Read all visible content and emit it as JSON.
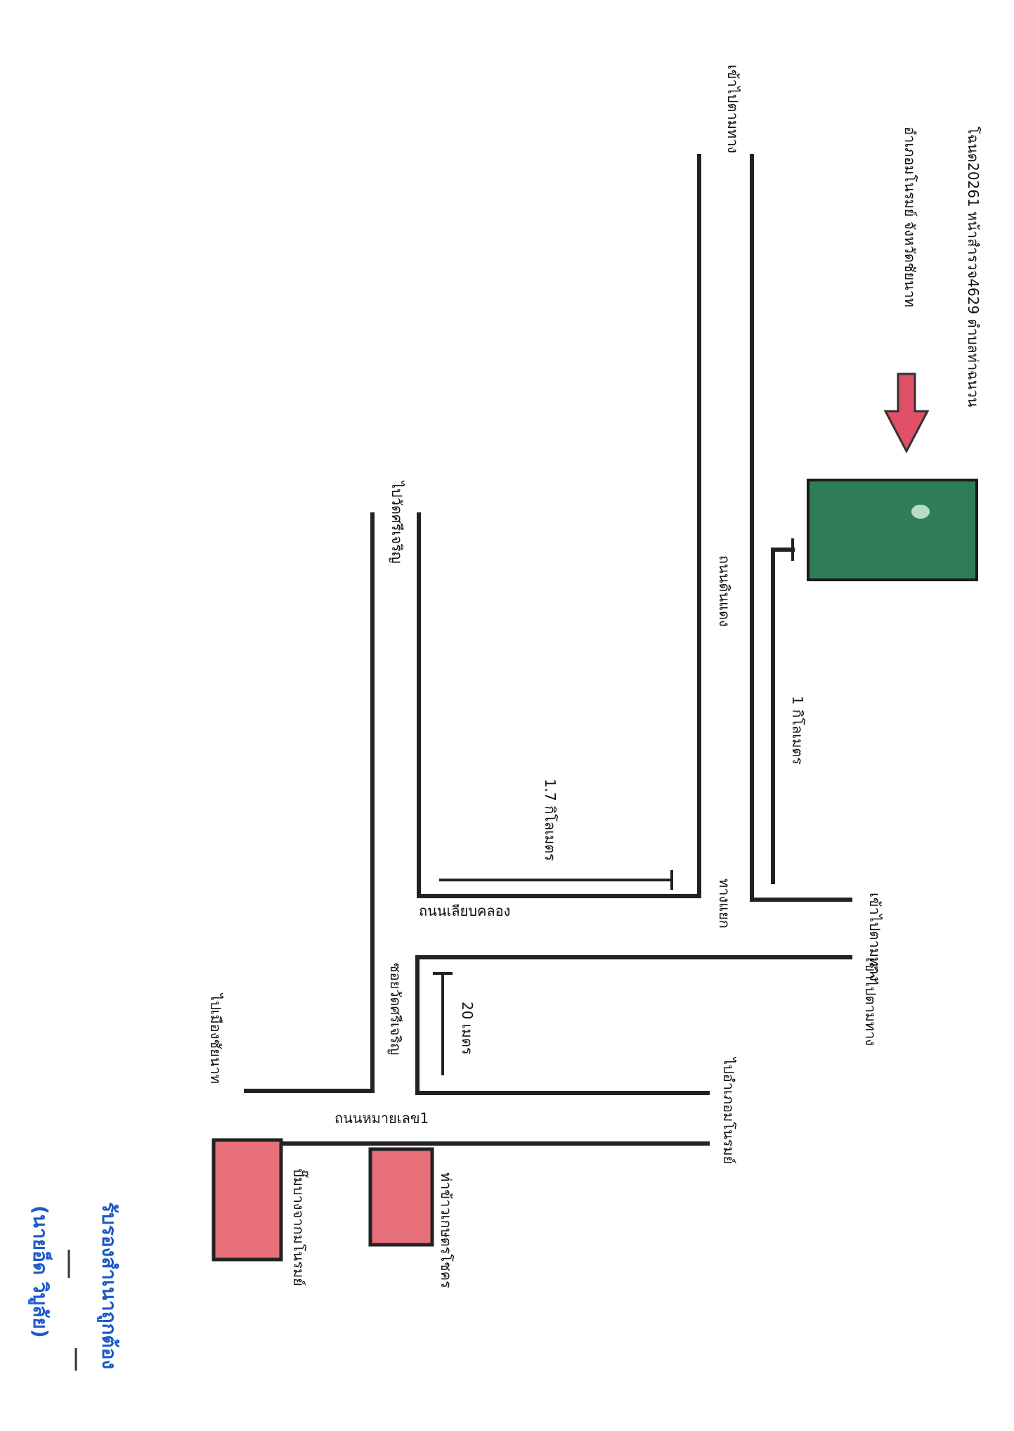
{
  "location": {
    "line1": "โฉนด20261 หน้าสำรวจ4629 ตำบลท่าฉนวน",
    "line2": "อำเภอมโนรมย์ จังหวัดชัยนาท"
  },
  "labels": {
    "to_national_road_top": "เข้าไปตามทาง",
    "to_national_road_mid": "เข้าไปตามทาง",
    "to_national_road_lower": "เข้าไปตามทาง",
    "dirt_road": "ถนนดินแดง",
    "to_wat_sri_charoen": "ไปวัดศรีเจริญ",
    "distance_1km": "1 กิโลเมตร",
    "distance_1_7km": "1.7 กิโลเมตร",
    "junction": "ทางแยก",
    "canal_road": "ถนนเลียบคลอง",
    "soi_wat_sri_charoen": "ซอยวัดศรีเจริญ",
    "distance_20m": "20 เมตร",
    "to_chainat": "ไปเมืองชัยนาท",
    "to_manorom": "ไปอำเภอมโนรมย์",
    "highway_1": "ถนนหมายเลข1",
    "gas_station": "ปั๊มบางจากมโนรมย์",
    "rice_mill": "ท่าข้าวเกษตรโชคร"
  },
  "certification": {
    "title": "รับรองสำเนาถูกต้อง",
    "name": "(นายอ็ด วิบูลัย)"
  },
  "colors": {
    "plot": "#2f7d57",
    "arrow": "#e05068",
    "landmark": "#e8707a",
    "road": "#222222",
    "signature": "#1a5ac7"
  }
}
